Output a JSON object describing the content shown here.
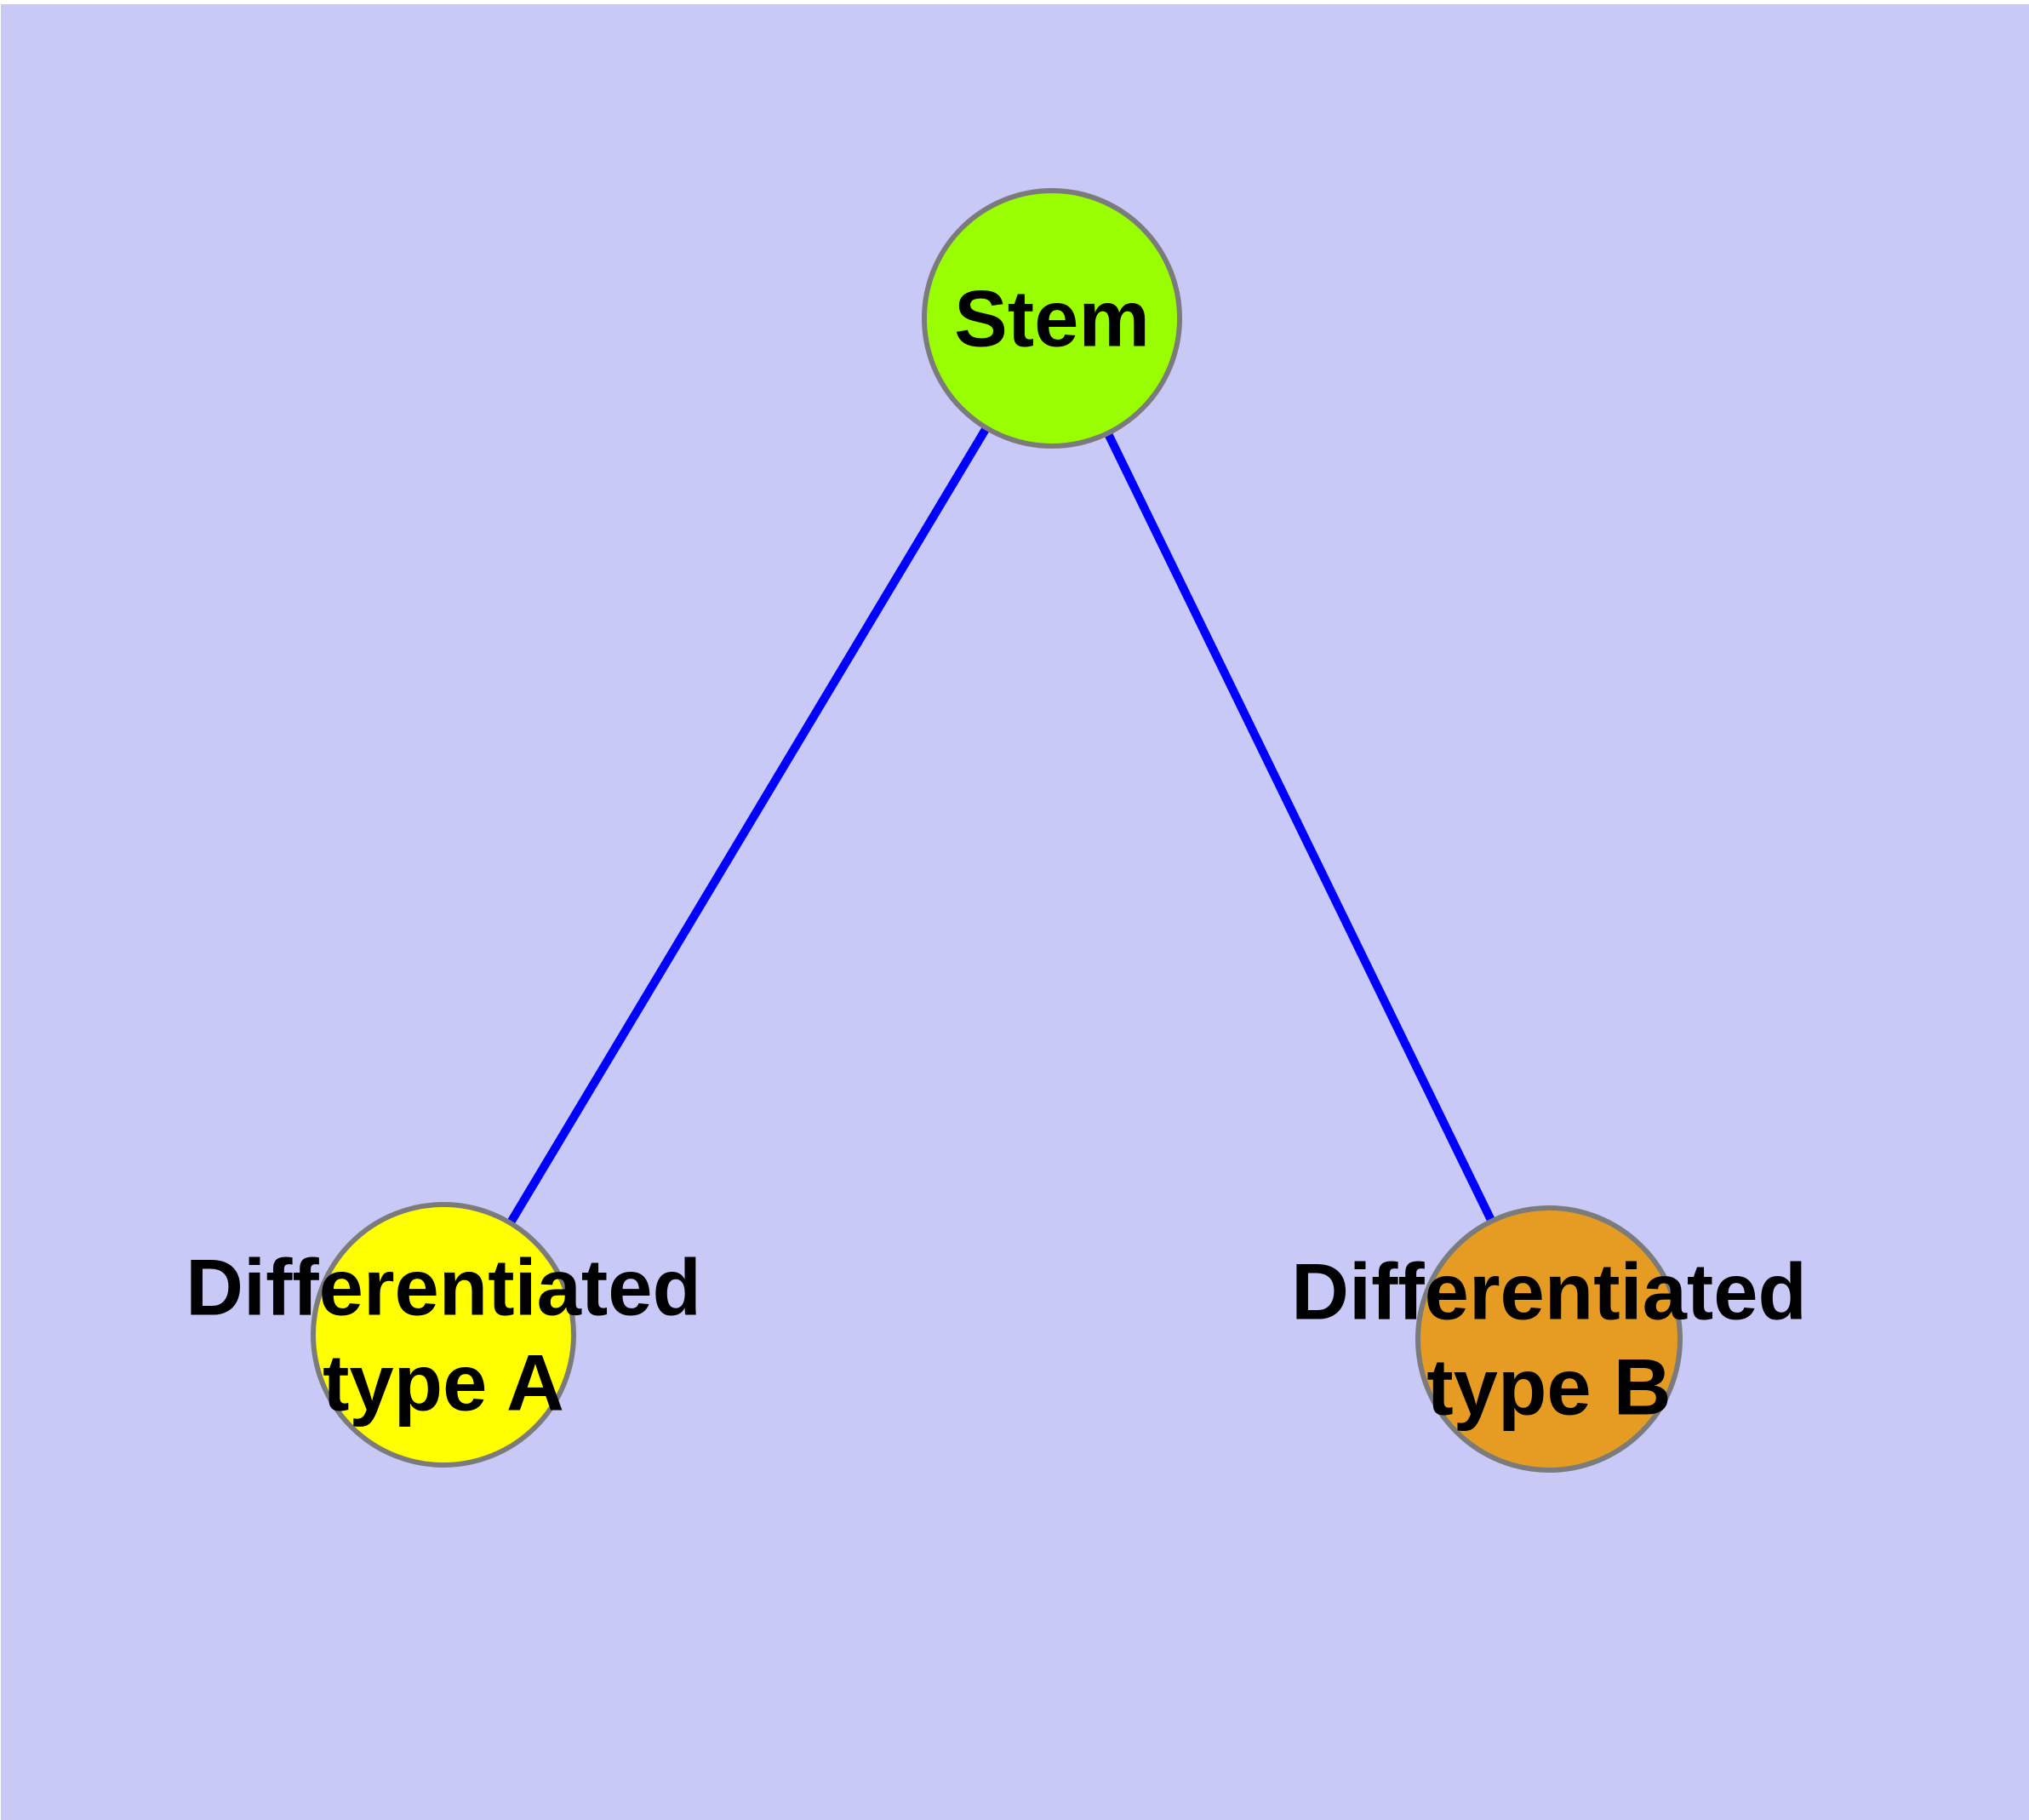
{
  "figure": {
    "background_color": "#c9c9f8",
    "edge_color": "#0000ff",
    "node_border_color": "#7b7b7b",
    "label_color": "#000000",
    "nodes": {
      "stem": {
        "label": "Stem",
        "fill_color": "#99ff00"
      },
      "type_a": {
        "label_line1": "Differentiated",
        "label_line2": "type A",
        "fill_color": "#ffff00"
      },
      "type_b": {
        "label_line1": "Differentiated",
        "label_line2": "type B",
        "fill_color": "#e69c23"
      }
    },
    "edges": [
      {
        "from": "stem",
        "to": "type_a"
      },
      {
        "from": "stem",
        "to": "type_b"
      }
    ]
  }
}
